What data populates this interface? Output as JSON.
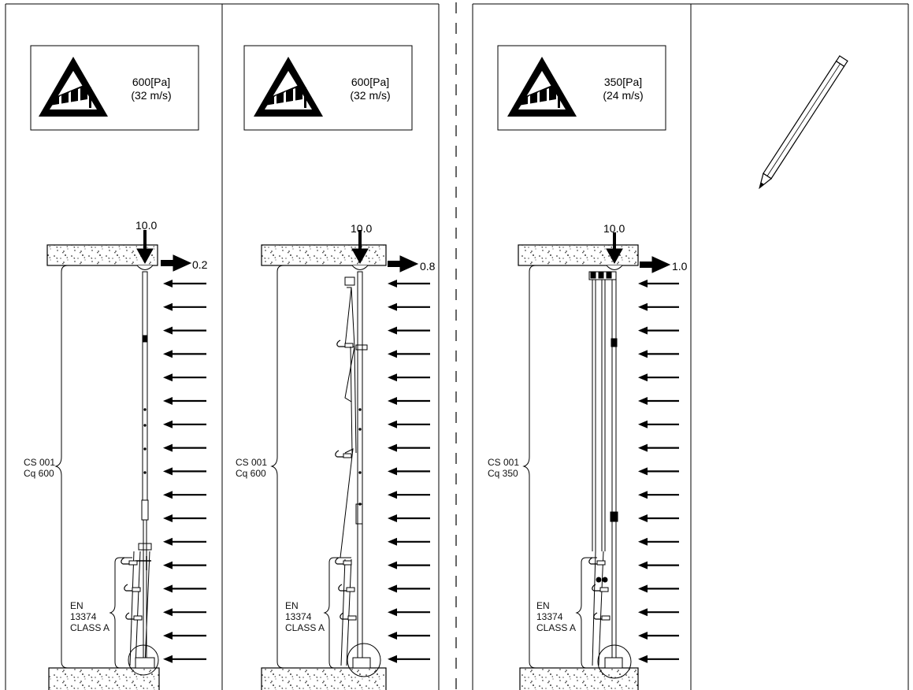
{
  "panels": [
    {
      "id": "panel-1",
      "wind_pressure": "600[Pa]",
      "wind_speed": "(32 m/s)",
      "vertical_load": "10.0",
      "horizontal_load": "0.2",
      "system_label_1": "CS 001",
      "system_label_2": "Cq 600",
      "standard_label_1": "EN",
      "standard_label_2": "13374",
      "standard_label_3": "CLASS A"
    },
    {
      "id": "panel-2",
      "wind_pressure": "600[Pa]",
      "wind_speed": "(32 m/s)",
      "vertical_load": "10.0",
      "horizontal_load": "0.8",
      "system_label_1": "CS 001",
      "system_label_2": "Cq 600",
      "standard_label_1": "EN",
      "standard_label_2": "13374",
      "standard_label_3": "CLASS A"
    },
    {
      "id": "panel-3",
      "wind_pressure": "350[Pa]",
      "wind_speed": "(24 m/s)",
      "vertical_load": "10.0",
      "horizontal_load": "1.0",
      "system_label_1": "CS 001",
      "system_label_2": "Cq 350",
      "standard_label_1": "EN",
      "standard_label_2": "13374",
      "standard_label_3": "CLASS A"
    }
  ],
  "icons": {
    "wind_warning": "windsock-warning-icon",
    "notes": "pencil-icon"
  },
  "colors": {
    "line": "#000000",
    "background": "#ffffff"
  }
}
